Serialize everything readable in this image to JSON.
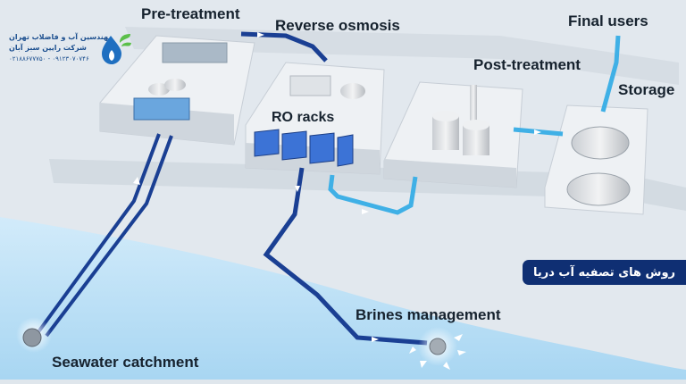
{
  "labels": {
    "pretreatment": "Pre-treatment",
    "reverse_osmosis": "Reverse osmosis",
    "final_users": "Final users",
    "post_treatment": "Post-treatment",
    "storage": "Storage",
    "ro_racks": "RO racks",
    "brines_management": "Brines management",
    "seawater_catchment": "Seawater catchment"
  },
  "logo": {
    "line1": "مهندسین آب و فاضلاب تهران",
    "line2": "شرکت رایین سبز آبان",
    "line3": "۰۹۱۲۳۰۷۰۷۴۶ - ۰۲۱۸۸۶۷۷۷۵۰"
  },
  "badge": {
    "text": "روش های تصفیه آب دریا"
  },
  "colors": {
    "pipe_dark": "#1a3f93",
    "pipe_light": "#3fb0e6",
    "sea": "#bfe0f6",
    "land": "#dfe6ec",
    "badge": "#0f2f73"
  }
}
